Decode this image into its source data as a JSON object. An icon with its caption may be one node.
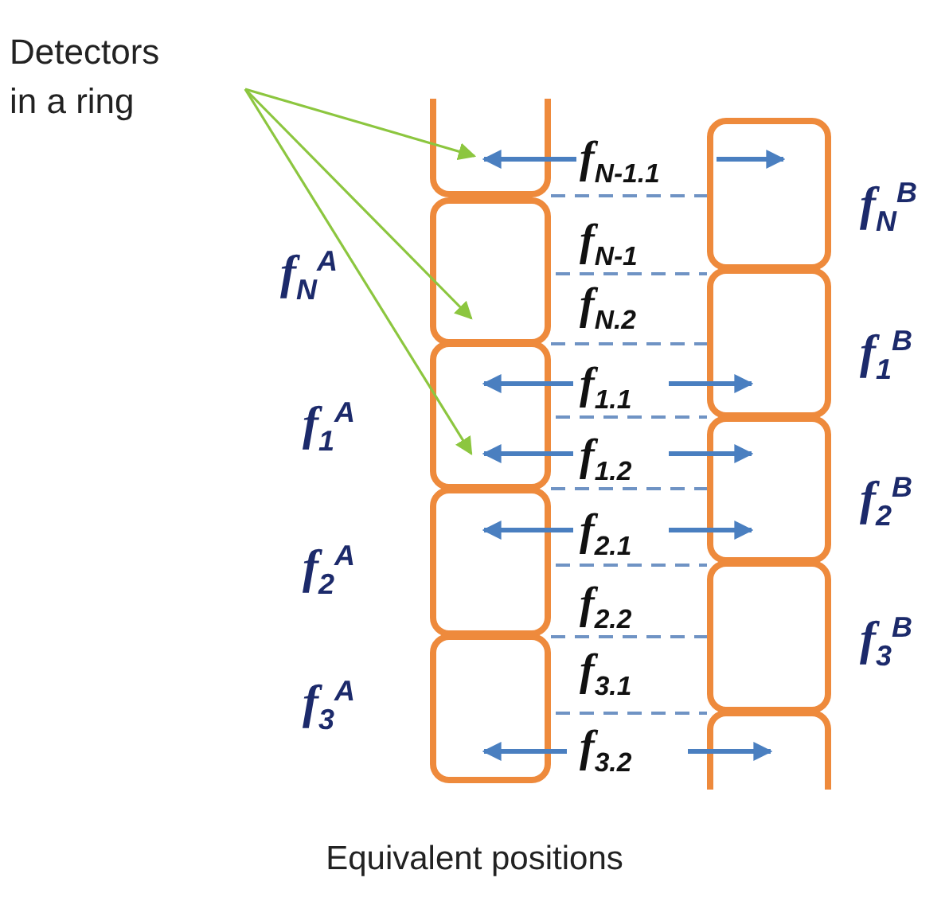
{
  "diagram": {
    "caption": "Equivalent positions",
    "nodes": [
      {
        "text": [
          "Detectors in a ring"
        ]
      },
      {
        "text": [],
        "shape": "box"
      },
      {
        "text": [],
        "shape": "box"
      },
      {
        "text": [],
        "shape": "box"
      },
      {
        "text": [],
        "shape": "box"
      },
      {
        "text": [],
        "shape": "box"
      },
      {
        "text": [],
        "shape": "box"
      },
      {
        "text": [],
        "shape": "box"
      },
      {
        "text": [],
        "shape": "box"
      },
      {
        "text": [],
        "shape": "box"
      },
      {
        "text": [],
        "shape": "box"
      }
    ],
    "edges": [
      {
        "from": 0,
        "to": 1,
        "arrow": "to",
        "color": "#8cc63f"
      },
      {
        "from": 0,
        "to": 2,
        "arrow": "to",
        "color": "#8cc63f"
      },
      {
        "from": 0,
        "to": 3,
        "arrow": "to",
        "color": "#8cc63f"
      },
      {
        "from": 1,
        "to": 6,
        "arrow": "none",
        "style": "dashed",
        "color": "#6f93c4"
      },
      {
        "from": 2,
        "to": 7,
        "arrow": "none",
        "style": "dashed",
        "color": "#6f93c4"
      },
      {
        "from": 2,
        "to": 7,
        "arrow": "none",
        "style": "dashed",
        "color": "#6f93c4"
      },
      {
        "from": 3,
        "to": 8,
        "arrow": "none",
        "style": "dashed",
        "color": "#6f93c4"
      },
      {
        "from": 3,
        "to": 8,
        "arrow": "none",
        "style": "dashed",
        "color": "#6f93c4"
      },
      {
        "from": 4,
        "to": 8,
        "arrow": "none",
        "style": "dashed",
        "color": "#6f93c4"
      },
      {
        "from": 4,
        "to": 9,
        "arrow": "none",
        "style": "dashed",
        "color": "#6f93c4"
      },
      {
        "from": 5,
        "to": 10,
        "arrow": "none",
        "style": "dashed",
        "color": "#6f93c4"
      }
    ],
    "labels": [
      "f$_{N-1.1}$",
      "f$_{N}$$^{B}$",
      "f$_{N-1}$",
      "f$_{N}$$^{A}$",
      "f$_{N.2}$",
      "f$_{1}$$^{B}$",
      "f$_{1.1}$",
      "f$_{1}$$^{A}$",
      "f$_{1.2}$",
      "f$_{2}$$^{B}$",
      "f$_{2.1}$",
      "f$_{2}$$^{A}$",
      "f$_{2.2}$",
      "f$_{3}$$^{B}$",
      "f$_{3.1}$",
      "f$_{3}$$^{A}$",
      "f$_{3.2}$"
    ]
  }
}
